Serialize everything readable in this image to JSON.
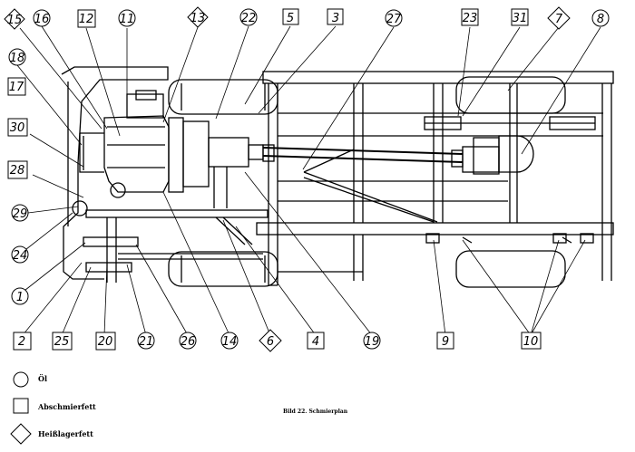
{
  "caption": "Bild 22.  Schmierplan",
  "legend": [
    {
      "shape": "circle",
      "label": "Öl"
    },
    {
      "shape": "square",
      "label": "Abschmierfett"
    },
    {
      "shape": "diamond",
      "label": "Heißlagerfett"
    }
  ],
  "callouts": {
    "c15": "15",
    "c16": "16",
    "c12": "12",
    "c11": "11",
    "c13": "13",
    "c22": "22",
    "c5": "5",
    "c3": "3",
    "c27": "27",
    "c23": "23",
    "c31": "31",
    "c7": "7",
    "c8": "8",
    "c18": "18",
    "c17": "17",
    "c30": "30",
    "c28": "28",
    "c29": "29",
    "c24": "24",
    "c1": "1",
    "c2": "2",
    "c25": "25",
    "c20": "20",
    "c21": "21",
    "c26": "26",
    "c14": "14",
    "c6": "6",
    "c4": "4",
    "c19": "19",
    "c9": "9",
    "c10": "10"
  }
}
